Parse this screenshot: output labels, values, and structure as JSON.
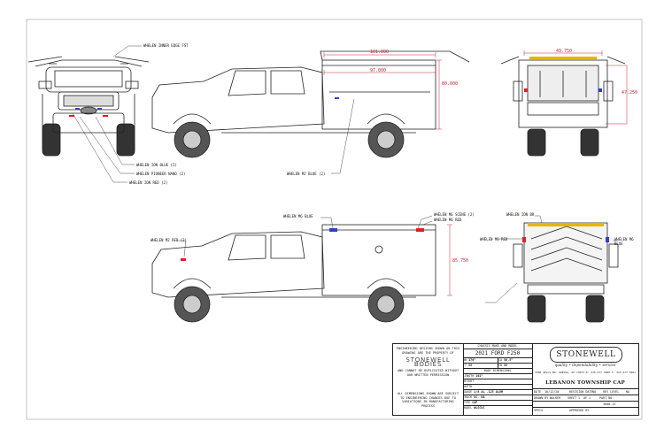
{
  "callouts": {
    "inner_edge": "WHELEN INNER EDGE FST",
    "ion_blue": "WHELEN ION BLUE (2)",
    "pioneer_nano": "WHELEN PIONEER NANO (2)",
    "ion_red": "WHELEN ION RED (2)",
    "m2_blue": "WHELEN M2 BLUE (2)",
    "m6_blue": "WHELEN M6 BLUE",
    "m2_red": "WHELEN M2 RED (2)",
    "m6_scene": "WHELEN M6 SCENE (2)",
    "m6_red": "WHELEN M6 RED",
    "ion_br": "WHELEN ION BR",
    "m6_red_rear": "WHELEN M6 RED",
    "m6_blue_rear": "WHELEN M6 BLUE"
  },
  "dimensions": {
    "overall_length": "101.000",
    "cap_length": "97.000",
    "cap_height": "80.000",
    "rear_width": "49.750",
    "rear_height": "47.250",
    "tall_height": "85.750"
  },
  "title_block": {
    "notice_top": "ENGINEERING DESIGNS SHOWN ON THIS DRAWING ARE THE PROPERTY OF",
    "brand": "STONEWELL BODIES",
    "notice_mid": "AND CANNOT BE DUPLICATED WITHOUT OUR WRITTEN PERMISSION",
    "notice_bottom": "ALL DIMENSIONS SHOWN ARE SUBJECT TO ENGINEERING CHANGES DUE TO VARIATIONS IN MANUFACTURING PROCESS",
    "chassis_hdr": "CHASSIS MAKE AND MODEL",
    "chassis": "2021 FORD F250",
    "wb_label": "WB",
    "wb": "176\"",
    "ca_label": "CA",
    "ca": "56.5\"",
    "ft_label": "FT",
    "ft": "XX",
    "cb_label": "CB",
    "cb": "XX",
    "body_dims": "BODY DIMENSIONS",
    "length_label": "LENGTH",
    "length": "101\"",
    "height_label": "HEIGHT",
    "height": "",
    "depth_label": "DEPTH",
    "depth": "",
    "gauge_label": "GAUGE",
    "gauge": "1/8 AL",
    "gauge2": ".125 ALUM",
    "truck_label": "TRUCK NO.",
    "truck": "NA",
    "type_label": "TYPE",
    "type": "CAP",
    "model_label": "MODEL",
    "model": "WLSCUC",
    "logo": "STONEWELL",
    "tagline": "quality • dependability • service",
    "address": "4300 SELLS RD. ODESSA, NY 13073  P: 315-477-3000  F: 315-477-3001",
    "project": "LEBANON TOWNSHIP CAP",
    "date_label": "DATE",
    "date": "10/12/20",
    "rev_label": "REVISION DATE",
    "rev": "NA",
    "rev_lvl_label": "REV LEVEL",
    "rev_lvl": "NA",
    "drawn_label": "DRAWN BY",
    "drawn": "WALKER",
    "sheet_label": "SHEET",
    "sheet": "1",
    "of_label": "OF",
    "of": "1",
    "part_label": "PART NO.",
    "part": "3000-13",
    "specs_label": "SPECS",
    "approved_label": "APPROVED BY"
  }
}
